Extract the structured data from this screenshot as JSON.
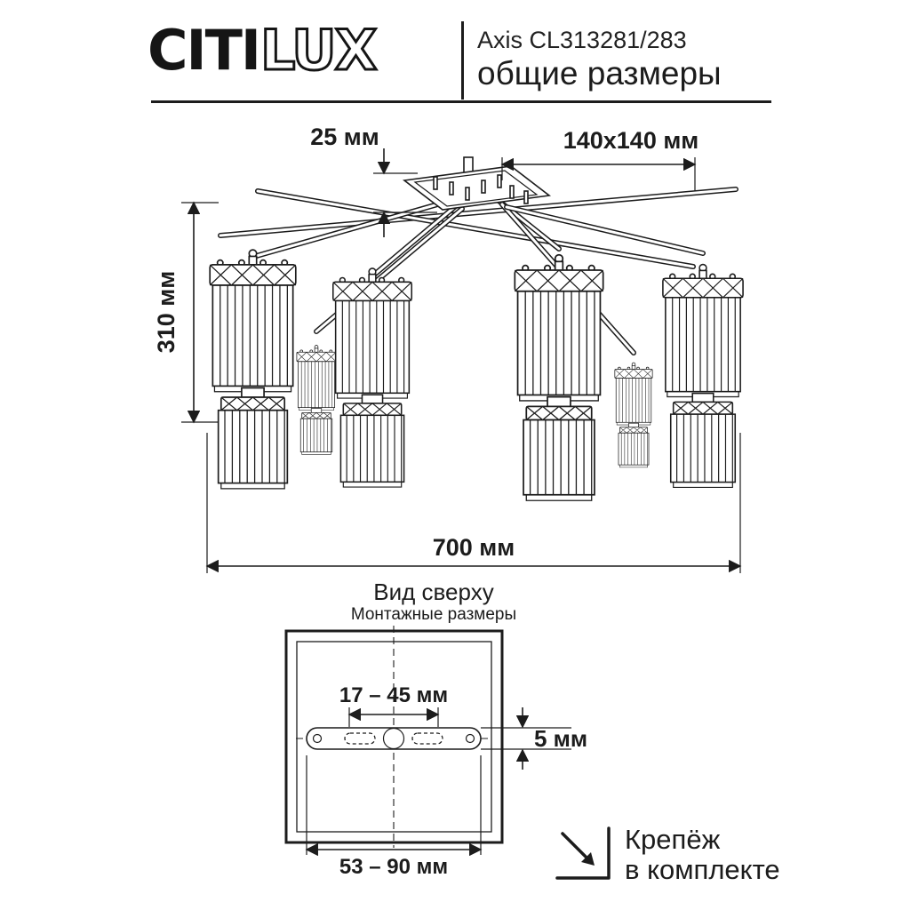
{
  "header": {
    "logo_primary": "CITI",
    "logo_secondary": "LUX",
    "model": "Axis CL313281/283",
    "subtitle": "общие размеры"
  },
  "dimensions": {
    "top_offset": "25 мм",
    "canopy_plate": "140x140 мм",
    "height": "310 мм",
    "width": "700 мм"
  },
  "top_view": {
    "title": "Вид сверху",
    "subtitle": "Монтажные размеры",
    "slot_spacing": "17 – 45 мм",
    "strap_thickness": "5 мм",
    "mount_span": "53 – 90 мм"
  },
  "footer": {
    "line1": "Крепёж",
    "line2": "в комплекте"
  },
  "colors": {
    "ink": "#1c1c1c",
    "background": "#ffffff"
  }
}
